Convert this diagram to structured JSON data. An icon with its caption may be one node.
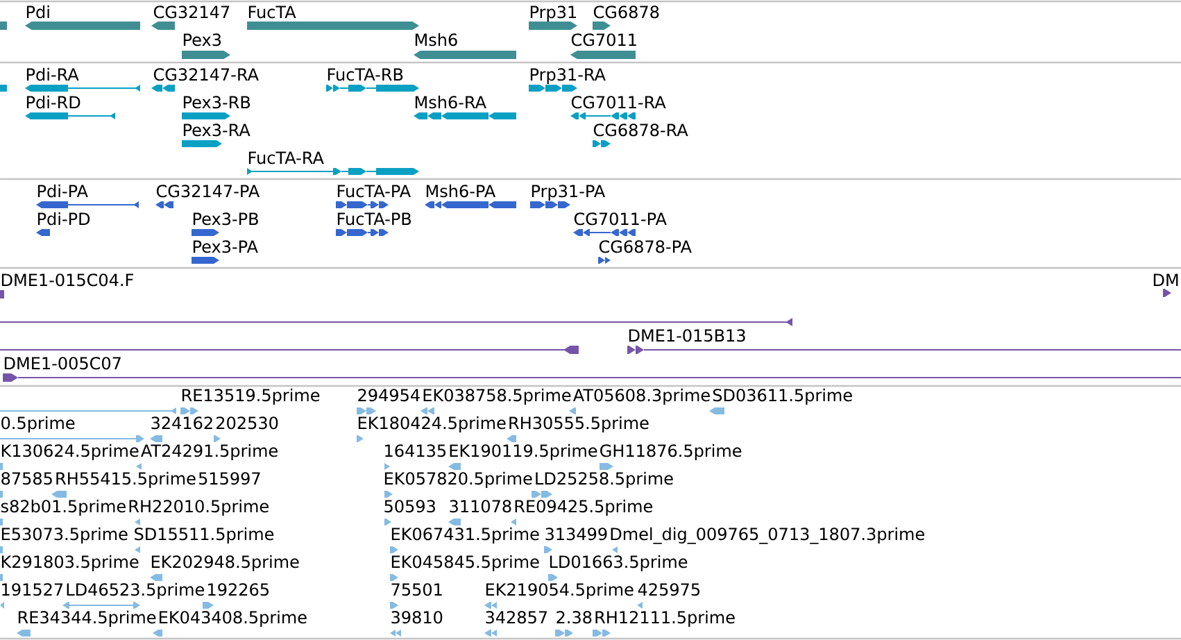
{
  "diagram": {
    "labels": [
      "Pdi",
      "CG32147",
      "FucTA",
      "Prp31",
      "CG6878",
      "Pex3",
      "Msh6",
      "CG7011",
      "Pdi-RA",
      "CG32147-RA",
      "FucTA-RB",
      "Prp31-RA",
      "Pdi-RD",
      "Pex3-RB",
      "Msh6-RA",
      "CG7011-RA",
      "Pex3-RA",
      "CG6878-RA",
      "FucTA-RA",
      "Pdi-PA",
      "CG32147-PA",
      "FucTA-PA",
      "Msh6-PA",
      "Prp31-PA",
      "Pdi-PD",
      "Pex3-PB",
      "FucTA-PB",
      "CG7011-PA",
      "Pex3-PA",
      "CG6878-PA",
      "DME1-015C04.F",
      "DM",
      "DME1-015B13",
      "DME1-005C07",
      "RE13519.5prime",
      "294954",
      "EK038758.5prime",
      "AT05608.3prime",
      "SD03611.5prime",
      "0.5prime",
      "324162",
      "202530",
      "EK180424.5prime",
      "RH30555.5prime",
      "K130624.5prime",
      "AT24291.5prime",
      "164135",
      "EK190119.5prime",
      "GH11876.5prime",
      "87585",
      "RH55415.5prime",
      "515997",
      "EK057820.5prime",
      "LD25258.5prime",
      "s82b01.5prime",
      "RH22010.5prime",
      "50593",
      "311078",
      "RE09425.5prime",
      "E53073.5prime",
      "SD15511.5prime",
      "EK067431.5prime",
      "313499",
      "Dmel_dig_009765_0713_1807.3prime",
      "K291803.5prime",
      "EK202948.5prime",
      "EK045845.5prime",
      "LD01663.5prime",
      "191527",
      "LD46523.5prime",
      "192265",
      "75501",
      "EK219054.5prime",
      "425975",
      "RE34344.5prime",
      "EK043408.5prime",
      "39810",
      "342857",
      "2.38",
      "RH12111.5prime"
    ]
  }
}
